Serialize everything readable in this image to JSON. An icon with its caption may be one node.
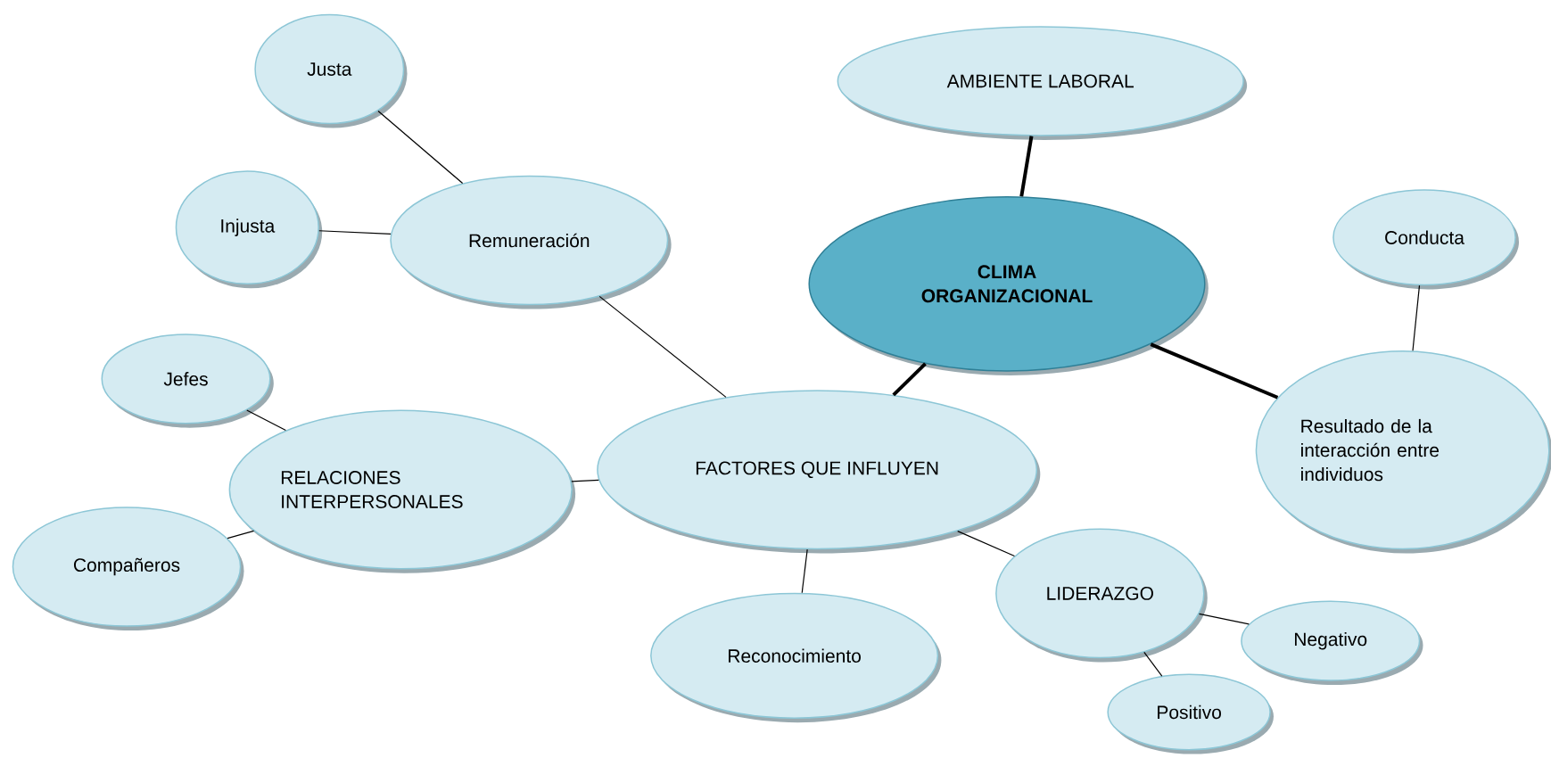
{
  "diagram": {
    "nodes": [
      {
        "text": [
          "Justa"
        ]
      },
      {
        "text": [
          "AMBIENTE LABORAL"
        ]
      },
      {
        "text": [
          "Injusta"
        ]
      },
      {
        "text": [
          "Remuneración"
        ]
      },
      {
        "text": [
          "CLIMA ORGANIZACIONAL"
        ]
      },
      {
        "text": [
          "Conducta"
        ]
      },
      {
        "text": [
          "Jefes"
        ]
      },
      {
        "text": [
          "FACTORES QUE INFLUYEN"
        ]
      },
      {
        "text": [
          "RELACIONES INTERPERSONALES"
        ]
      },
      {
        "text": [
          "Resultado de la interacción entre individuos"
        ]
      },
      {
        "text": [
          "Compañeros"
        ]
      },
      {
        "text": [
          "LIDERAZGO"
        ]
      },
      {
        "text": [
          "Reconocimiento"
        ]
      },
      {
        "text": [
          "Negativo"
        ]
      },
      {
        "text": [
          "Positivo"
        ]
      }
    ],
    "edges": [
      {
        "from": 1,
        "to": 4,
        "arrow": "none",
        "style": "thick"
      },
      {
        "from": 4,
        "to": 7,
        "arrow": "none",
        "style": "thick"
      },
      {
        "from": 4,
        "to": 9,
        "arrow": "none",
        "style": "thick"
      },
      {
        "from": 5,
        "to": 9,
        "arrow": "none"
      },
      {
        "from": 0,
        "to": 3,
        "arrow": "none"
      },
      {
        "from": 2,
        "to": 3,
        "arrow": "none"
      },
      {
        "from": 3,
        "to": 7,
        "arrow": "none"
      },
      {
        "from": 6,
        "to": 8,
        "arrow": "none"
      },
      {
        "from": 8,
        "to": 7,
        "arrow": "none"
      },
      {
        "from": 10,
        "to": 8,
        "arrow": "none"
      },
      {
        "from": 7,
        "to": 12,
        "arrow": "none"
      },
      {
        "from": 7,
        "to": 11,
        "arrow": "none"
      },
      {
        "from": 11,
        "to": 13,
        "arrow": "none"
      },
      {
        "from": 11,
        "to": 14,
        "arrow": "none"
      }
    ]
  }
}
